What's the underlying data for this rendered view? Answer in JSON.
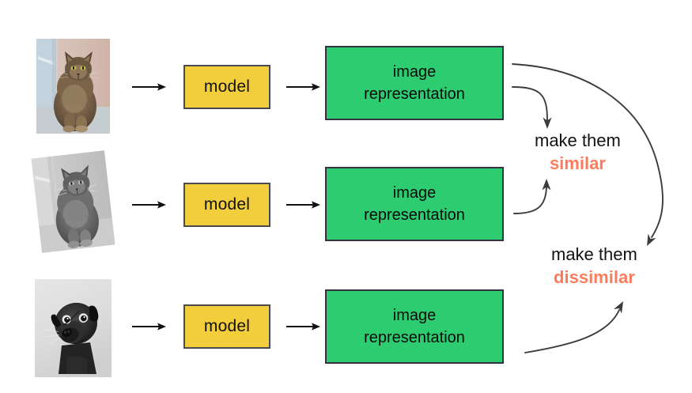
{
  "diagram": {
    "title": "contrastive-learning-pipeline",
    "background_color": "#ffffff",
    "accent_color": "#FB7C5C",
    "model_box_color": "#F2CE3C",
    "representation_box_color": "#2ECC71"
  },
  "rows": [
    {
      "image": {
        "name": "tabby-cat-color-photo",
        "description": "brown long-haired tabby cat sitting against beige wall",
        "rotated": false,
        "grayscale": false
      },
      "model_label": "model",
      "representation_line1": "image",
      "representation_line2": "representation"
    },
    {
      "image": {
        "name": "tabby-cat-grayscale-rotated-photo",
        "description": "same long-haired tabby cat, grayscale and rotated",
        "rotated": true,
        "grayscale": true
      },
      "model_label": "model",
      "representation_line1": "image",
      "representation_line2": "representation"
    },
    {
      "image": {
        "name": "pug-dog-grayscale-photo",
        "description": "black pug dog with tilted head, grayscale",
        "rotated": false,
        "grayscale": true
      },
      "model_label": "model",
      "representation_line1": "image",
      "representation_line2": "representation"
    }
  ],
  "goals": {
    "similar": {
      "line1": "make them",
      "line2": "similar"
    },
    "dissimilar": {
      "line1": "make them",
      "line2": "dissimilar"
    }
  },
  "arrows": {
    "input_to_model": "arrow-right",
    "model_to_representation": "arrow-right",
    "rep1_to_similar": "curved-arrow-down",
    "rep2_to_similar": "curved-arrow-up",
    "rep1_to_dissimilar": "curved-arrow-long-down",
    "rep3_to_dissimilar": "curved-arrow-up"
  }
}
